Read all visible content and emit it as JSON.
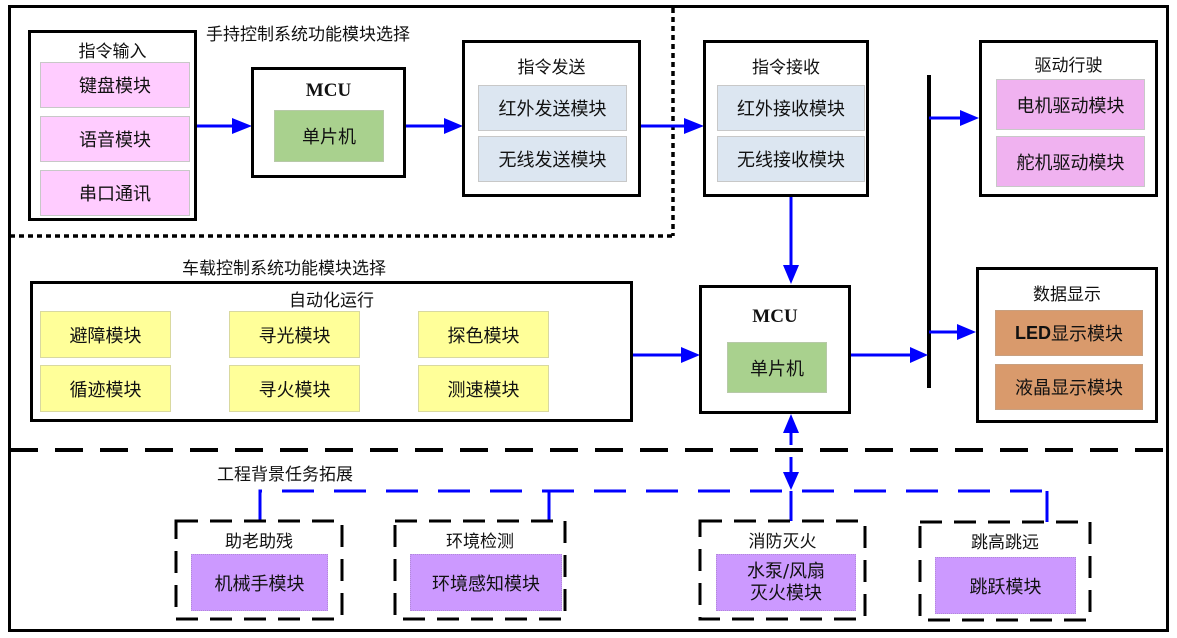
{
  "sections": {
    "handheld_title": "手持控制系统功能模块选择",
    "vehicle_title": "车载控制系统功能模块选择",
    "engineering_title": "工程背景任务拓展"
  },
  "handheld": {
    "command_input": {
      "title": "指令输入",
      "items": [
        "键盘模块",
        "语音模块",
        "串口通讯"
      ]
    },
    "mcu": {
      "title": "MCU",
      "chip": "单片机"
    },
    "command_send": {
      "title": "指令发送",
      "items": [
        "红外发送模块",
        "无线发送模块"
      ]
    }
  },
  "vehicle": {
    "command_receive": {
      "title": "指令接收",
      "items": [
        "红外接收模块",
        "无线接收模块"
      ]
    },
    "drive": {
      "title": "驱动行驶",
      "items": [
        "电机驱动模块",
        "舵机驱动模块"
      ]
    },
    "automation": {
      "title": "自动化运行",
      "items": [
        "避障模块",
        "寻光模块",
        "探色模块",
        "循迹模块",
        "寻火模块",
        "测速模块"
      ]
    },
    "mcu": {
      "title": "MCU",
      "chip": "单片机"
    },
    "display": {
      "title": "数据显示",
      "items": [
        {
          "prefix": "LED",
          "rest": "显示模块"
        },
        {
          "prefix": "",
          "rest": "液晶显示模块"
        }
      ]
    }
  },
  "engineering": {
    "tasks": [
      {
        "title": "助老助残",
        "module": "机械手模块"
      },
      {
        "title": "环境检测",
        "module": "环境感知模块"
      },
      {
        "title": "消防灭火",
        "module_line1": "水泵/风扇",
        "module_line2": "灭火模块"
      },
      {
        "title": "跳高跳远",
        "module": "跳跃模块"
      }
    ]
  },
  "colors": {
    "arrow": "#0000ff",
    "input_module": "#ffccff",
    "comm_module": "#dce6f1",
    "mcu_chip": "#a9d18e",
    "drive_module": "#f0b2f0",
    "auto_module": "#ffff99",
    "display_module": "#d99a6c",
    "task_module": "#cc99ff"
  }
}
